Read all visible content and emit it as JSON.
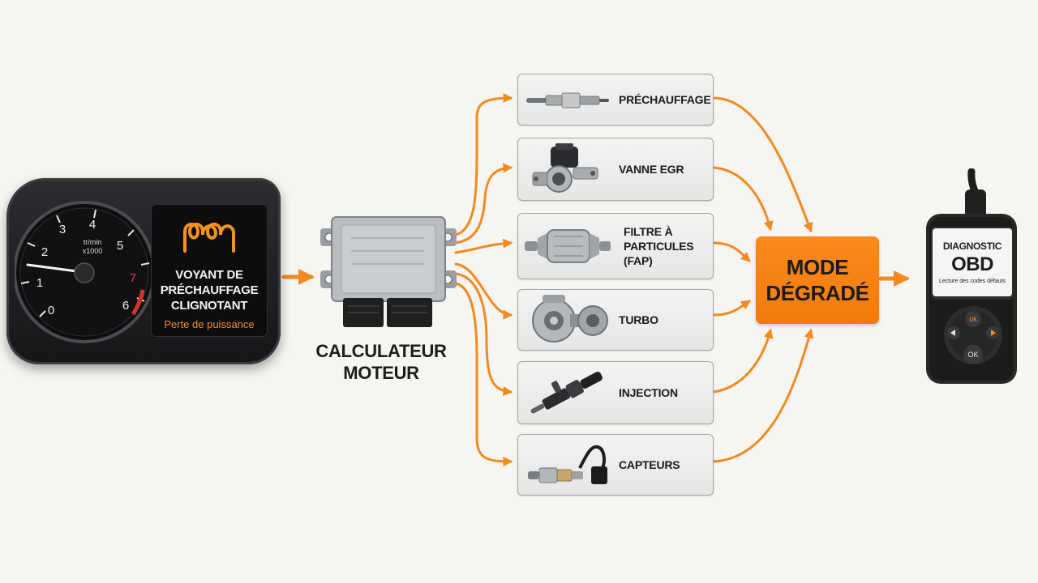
{
  "cluster": {
    "tacho_unit_line1": "tr/min",
    "tacho_unit_line2": "x1000",
    "tacho_ticks": [
      "0",
      "1",
      "2",
      "3",
      "4",
      "5",
      "6",
      "7"
    ],
    "warning_lines": [
      "VOYANT DE",
      "PRÉCHAUFFAGE",
      "CLIGNOTANT"
    ],
    "warning_sub": "Perte de puissance"
  },
  "ecu": {
    "label_lines": [
      "CALCULATEUR",
      "MOTEUR"
    ]
  },
  "components": [
    {
      "key": "glow-plug",
      "label_lines": [
        "PRÉCHAUFFAGE"
      ]
    },
    {
      "key": "egr-valve",
      "label_lines": [
        "VANNE EGR"
      ]
    },
    {
      "key": "dpf",
      "label_lines": [
        "FILTRE À",
        "PARTICULES (FAP)"
      ]
    },
    {
      "key": "turbo",
      "label_lines": [
        "TURBO"
      ]
    },
    {
      "key": "injector",
      "label_lines": [
        "INJECTION"
      ]
    },
    {
      "key": "sensor",
      "label_lines": [
        "CAPTEURS"
      ]
    }
  ],
  "mode": {
    "lines": [
      "MODE",
      "DÉGRADÉ"
    ]
  },
  "obd": {
    "title": "DIAGNOSTIC",
    "subtitle": "OBD",
    "caption": "Lecture des codes défauts",
    "ok_label": "OK",
    "top_button_label": "ok"
  },
  "colors": {
    "accent": "#f07b0a",
    "connector": "#f28a22",
    "dark": "#1b1b1b"
  }
}
